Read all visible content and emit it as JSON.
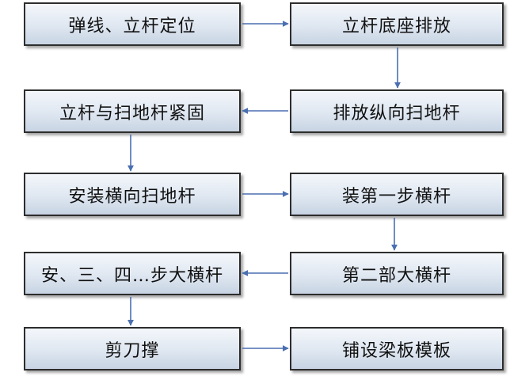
{
  "steps": {
    "s1": "弹线、立杆定位",
    "s2": "立杆底座排放",
    "s3": "排放纵向扫地杆",
    "s4": "立杆与扫地杆紧固",
    "s5": "安装横向扫地杆",
    "s6": "装第一步横杆",
    "s7": "第二部大横杆",
    "s8": "安、三、四…步大横杆",
    "s9": "剪刀撑",
    "s10": "铺设梁板模板"
  },
  "colors": {
    "arrow": "#4a6fb0",
    "box_border": "#2d2d2d",
    "box_fill_top": "#f4f7fb",
    "box_fill_bottom": "#c8d4e3"
  }
}
